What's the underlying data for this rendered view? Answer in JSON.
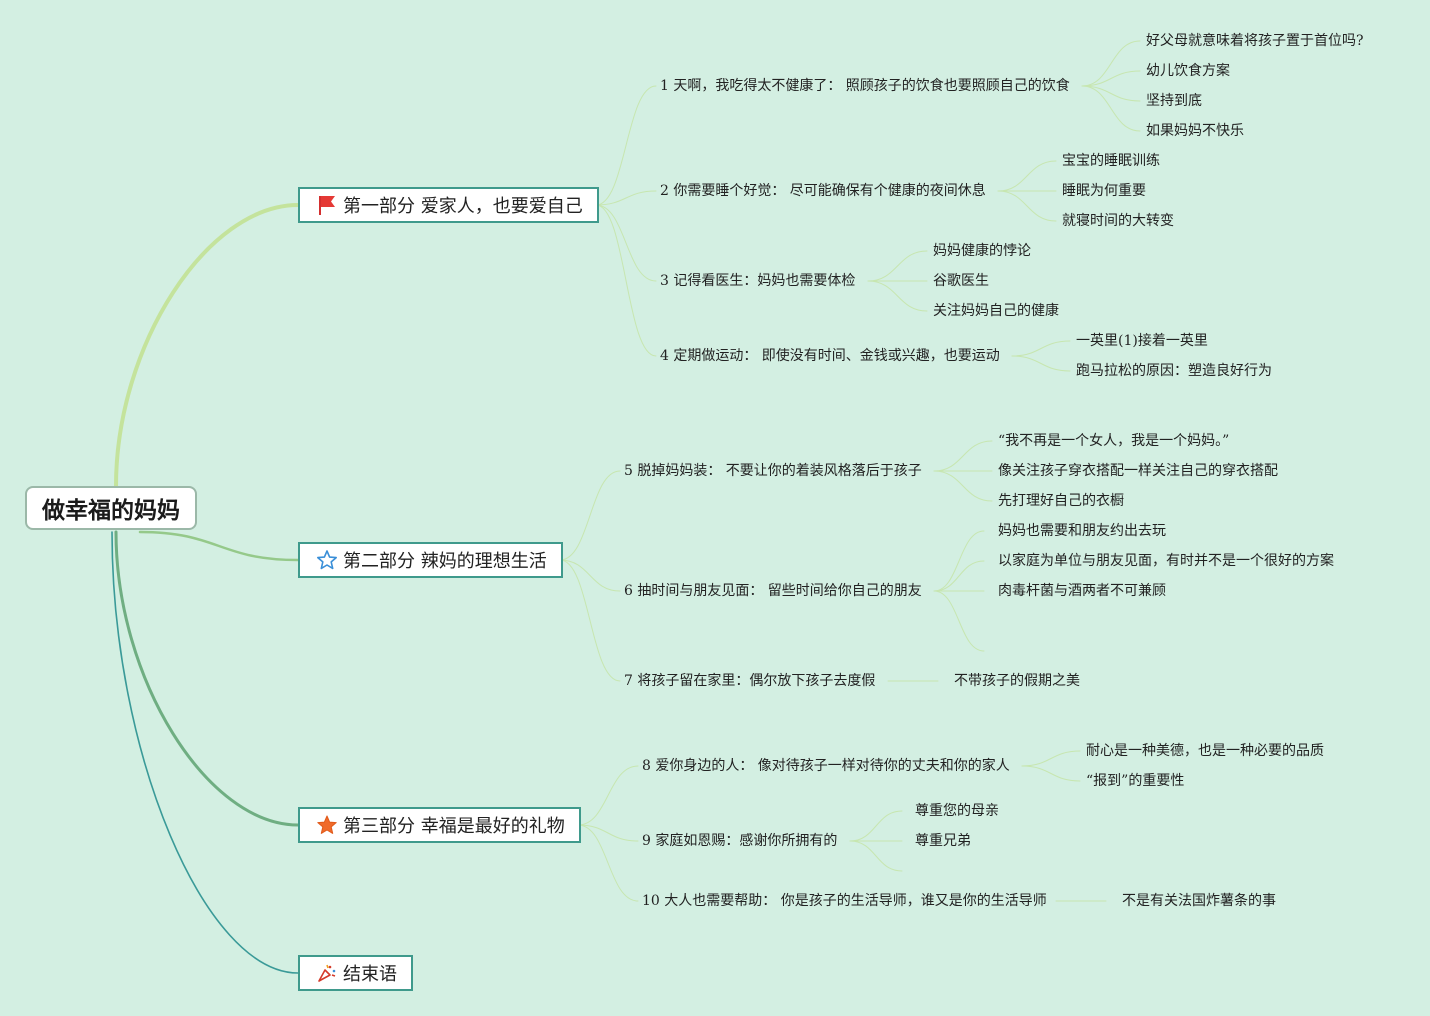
{
  "root": {
    "label": "做幸福的妈妈"
  },
  "sections": [
    {
      "label": "第一部分 爱家人，也要爱自己",
      "icon": "red-flag-icon",
      "color": "#e53935"
    },
    {
      "label": "第二部分 辣妈的理想生活",
      "icon": "star-outline-icon",
      "color": "#3a8fd8"
    },
    {
      "label": "第三部分 幸福是最好的礼物",
      "icon": "star-filled-icon",
      "color": "#f06a2a"
    },
    {
      "label": "结束语",
      "icon": "party-popper-icon",
      "color": "#d43a2a"
    }
  ],
  "topics": [
    {
      "label": "1 天啊，我吃得太不健康了：  照顾孩子的饮食也要照顾自己的饮食",
      "children": [
        "好父母就意味着将孩子置于首位吗?",
        "幼儿饮食方案",
        "坚持到底",
        "如果妈妈不快乐"
      ]
    },
    {
      "label": "2 你需要睡个好觉：  尽可能确保有个健康的夜间休息",
      "children": [
        "宝宝的睡眠训练",
        "睡眠为何重要",
        "就寝时间的大转变"
      ]
    },
    {
      "label": "3 记得看医生：妈妈也需要体检",
      "children": [
        "妈妈健康的悖论",
        "谷歌医生",
        "关注妈妈自己的健康"
      ]
    },
    {
      "label": "4 定期做运动：  即使没有时间、金钱或兴趣，也要运动",
      "children": [
        "一英里(1)接着一英里",
        "跑马拉松的原因：塑造良好行为"
      ]
    },
    {
      "label": "5 脱掉妈妈装：  不要让你的着装风格落后于孩子",
      "children": [
        "“我不再是一个女人，我是一个妈妈。”",
        "像关注孩子穿衣搭配一样关注自己的穿衣搭配",
        "先打理好自己的衣橱"
      ]
    },
    {
      "label": "6 抽时间与朋友见面：  留些时间给你自己的朋友",
      "children": [
        "妈妈也需要和朋友约出去玩",
        "以家庭为单位与朋友见面，有时并不是一个很好的方案",
        "肉毒杆菌与酒两者不可兼顾"
      ]
    },
    {
      "label": "7 将孩子留在家里：偶尔放下孩子去度假",
      "children": [
        "不带孩子的假期之美"
      ]
    },
    {
      "label": "8 爱你身边的人：  像对待孩子一样对待你的丈夫和你的家人",
      "children": [
        "耐心是一种美德，也是一种必要的品质",
        "“报到”的重要性"
      ]
    },
    {
      "label": "9 家庭如恩赐：感谢你所拥有的",
      "children": [
        "尊重您的母亲",
        "尊重兄弟"
      ]
    },
    {
      "label": "10 大人也需要帮助：  你是孩子的生活导师，谁又是你的生活导师",
      "children": [
        "不是有关法国炸薯条的事"
      ]
    }
  ]
}
